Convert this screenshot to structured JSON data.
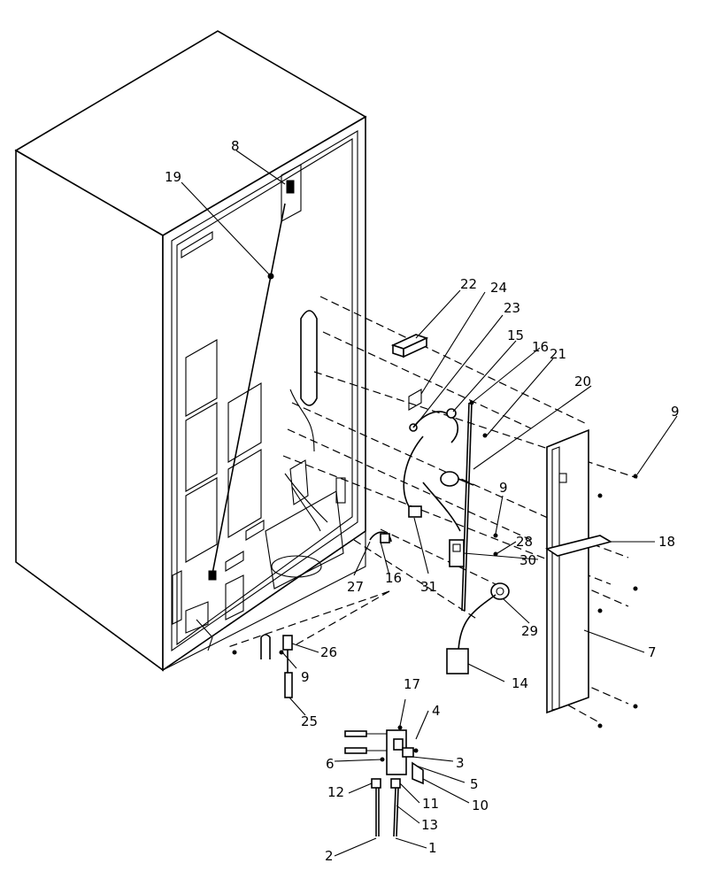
{
  "callouts": [
    "1",
    "2",
    "3",
    "4",
    "5",
    "6",
    "7",
    "8",
    "9",
    "10",
    "11",
    "12",
    "13",
    "14",
    "15",
    "16",
    "17",
    "18",
    "19",
    "20",
    "21",
    "22",
    "23",
    "24",
    "25",
    "26",
    "27",
    "28",
    "29",
    "30",
    "31"
  ]
}
